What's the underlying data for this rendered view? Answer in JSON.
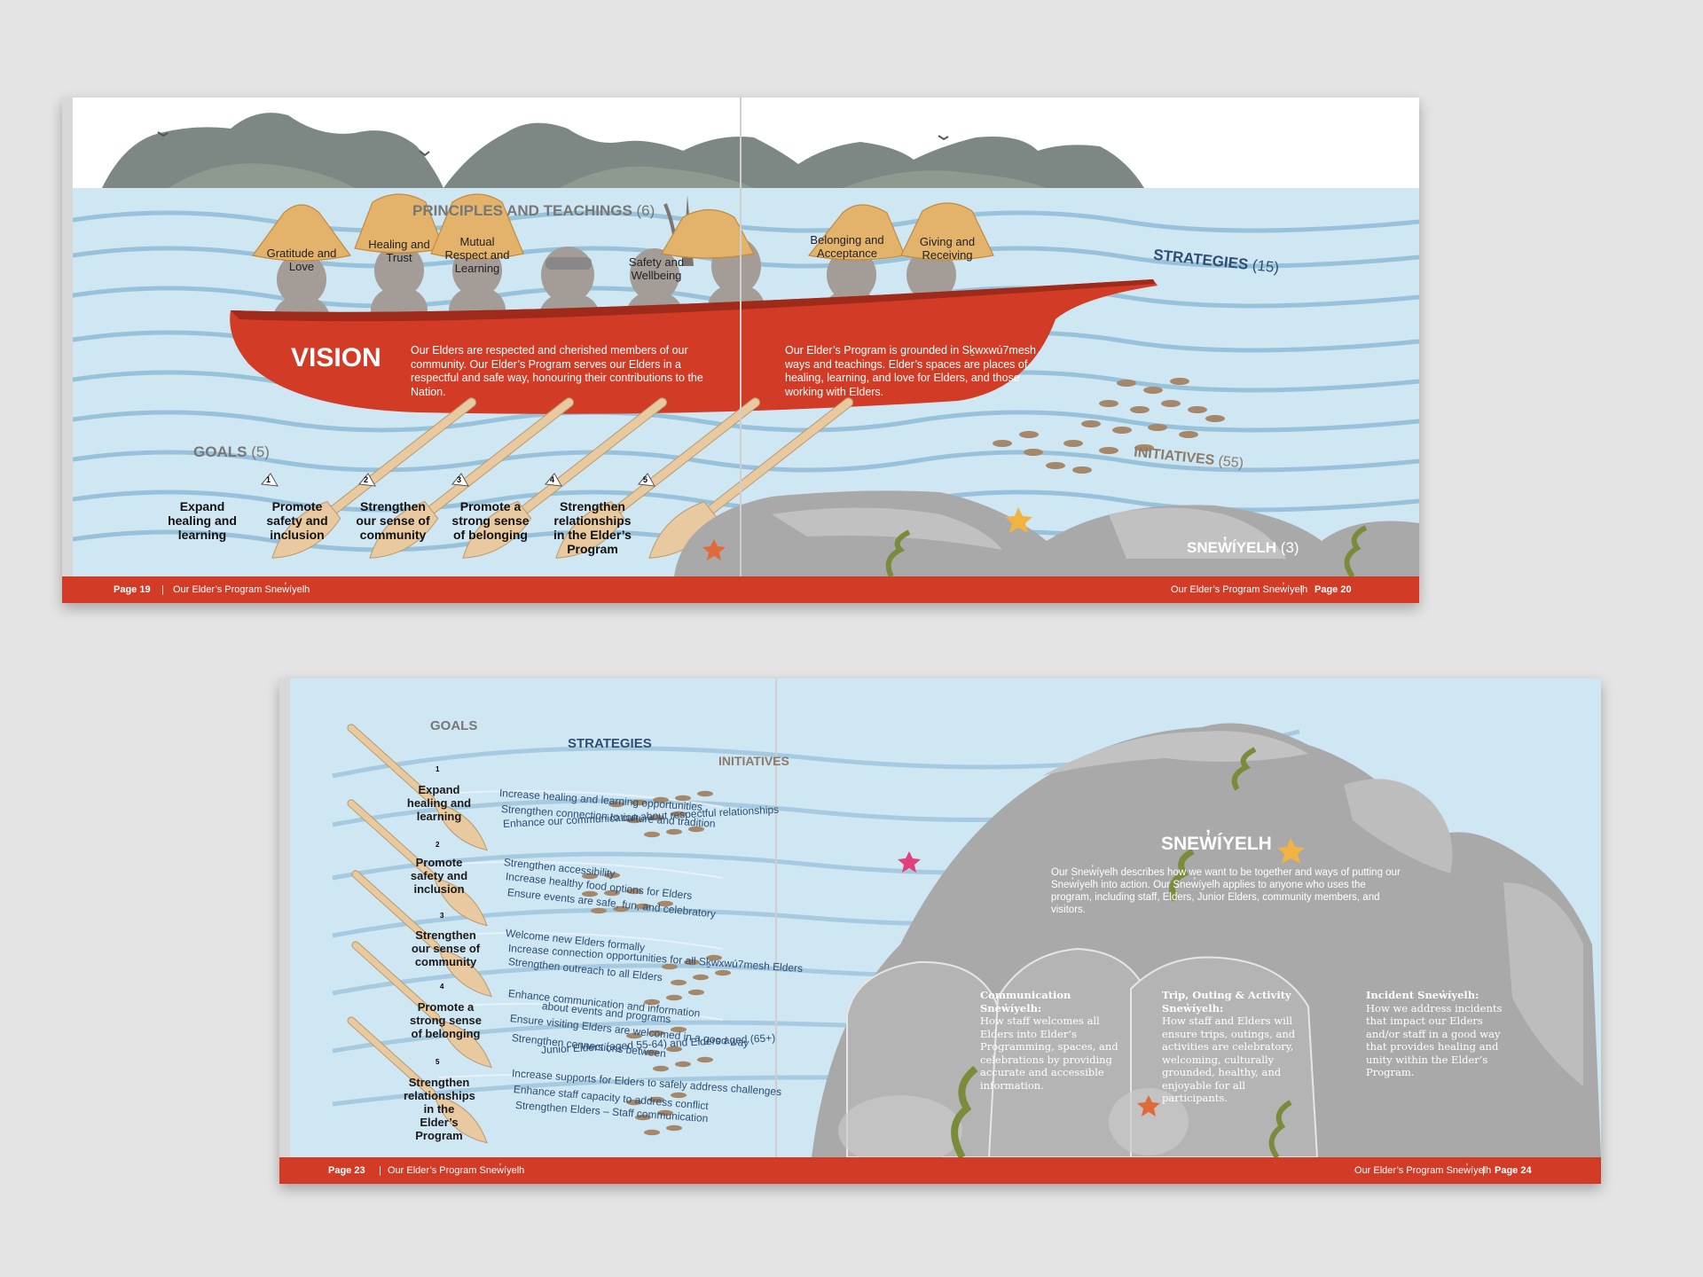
{
  "spread1": {
    "principles_title": "PRINCIPLES AND TEACHINGS",
    "principles_count": "(6)",
    "hats": [
      "Gratitude and Love",
      "Healing and Trust",
      "Mutual Respect and Learning",
      "Safety and Wellbeing",
      "Belonging and Acceptance",
      "Giving and Receiving"
    ],
    "vision_label": "VISION",
    "vision_text_left": "Our Elders are respected and cherished members of our community. Our Elder’s Program serves our Elders in a respectful and safe way, honouring their contributions to the Nation.",
    "vision_text_right": "Our Elder’s Program is grounded in Sḵwxwú7mesh ways and teachings. Elder’s spaces are places of healing, learning, and love for Elders, and those working with Elders.",
    "strategies_label": "STRATEGIES",
    "strategies_count": "(15)",
    "initiatives_label": "INITIATIVES",
    "initiatives_count": "(55)",
    "goals_label": "GOALS",
    "goals_count": "(5)",
    "snewiyelh_label": "SNEW̓ÍYELH",
    "snewiyelh_count": "(3)",
    "paddle_numbers": [
      "1",
      "2",
      "3",
      "4",
      "5"
    ],
    "goals": [
      "Expand healing and learning",
      "Promote safety and inclusion",
      "Strengthen our sense of community",
      "Promote a strong sense of belonging",
      "Strengthen relationships in the Elder’s Program"
    ],
    "footer_left_page": "Page 19",
    "footer_left_title": "Our Elder’s Program Snew̓íyelh",
    "footer_right_title": "Our Elder’s Program Snew̓íyelh",
    "footer_right_page": "Page 20"
  },
  "spread2": {
    "goals_label": "GOALS",
    "strategies_label": "STRATEGIES",
    "initiatives_label": "INITIATIVES",
    "paddle_numbers": [
      "1",
      "2",
      "3",
      "4",
      "5"
    ],
    "goals": [
      "Expand healing and learning",
      "Promote safety and inclusion",
      "Strengthen our sense of community",
      "Promote a strong sense of belonging",
      "Strengthen relationships in the Elder’s Program"
    ],
    "strategies": [
      "Increase healing and learning opportunities",
      "Strengthen connection to culture and tradition",
      "Enhance our communication about respectful relationships",
      "Strengthen accessibility",
      "Increase healthy food options for Elders",
      "Ensure events are safe, fun, and celebratory",
      "Welcome new Elders formally",
      "Increase connection opportunities for all Sḵwxwú7mesh Elders",
      "Strengthen outreach to all Elders",
      "Enhance communication and information",
      "about events and programs",
      "Ensure visiting Elders are welcomed in a good way",
      "Strengthen connections between",
      "Junior Elders (aged 55-64) and Elders aged (65+)",
      "Increase supports for Elders to safely address challenges",
      "Enhance staff capacity to address conflict",
      "Strengthen Elders – Staff communication"
    ],
    "snewiyelh_title": "SNEW̓ÍYELH",
    "snewiyelh_intro": "Our Snew̓íyelh describes how we want to be together and ways of putting our Snew̓íyelh into action. Our Snew̓íyelh applies to anyone who uses the program, including staff, Elders, Junior Elders, community members, and visitors.",
    "columns": [
      {
        "title": "Communication Snew̓íyelh:",
        "text": "How staff welcomes all Elders into Elder’s Programming, spaces, and celebrations by providing accurate and accessible information."
      },
      {
        "title": "Trip, Outing & Activity Snew̓íyelh:",
        "text": "How staff and Elders will ensure trips, outings, and activities are celebratory, welcoming, culturally grounded, healthy, and enjoyable for all participants."
      },
      {
        "title": "Incident Snew̓íyelh:",
        "text": "How we address incidents that impact our Elders and/or staff in a good way that provides healing and unity within the Elder’s Program."
      }
    ],
    "footer_left_page": "Page 23",
    "footer_left_title": "Our Elder’s Program Snew̓íyelh",
    "footer_right_title": "Our Elder’s Program Snew̓íyelh",
    "footer_right_page": "Page 24"
  },
  "colors": {
    "red": "#d23b26",
    "water": "#cfe6f3",
    "hat": "#e3b36c",
    "paddle": "#e9c9a0",
    "rock": "#a9a9aa",
    "dark_text": "#2d4f74"
  }
}
